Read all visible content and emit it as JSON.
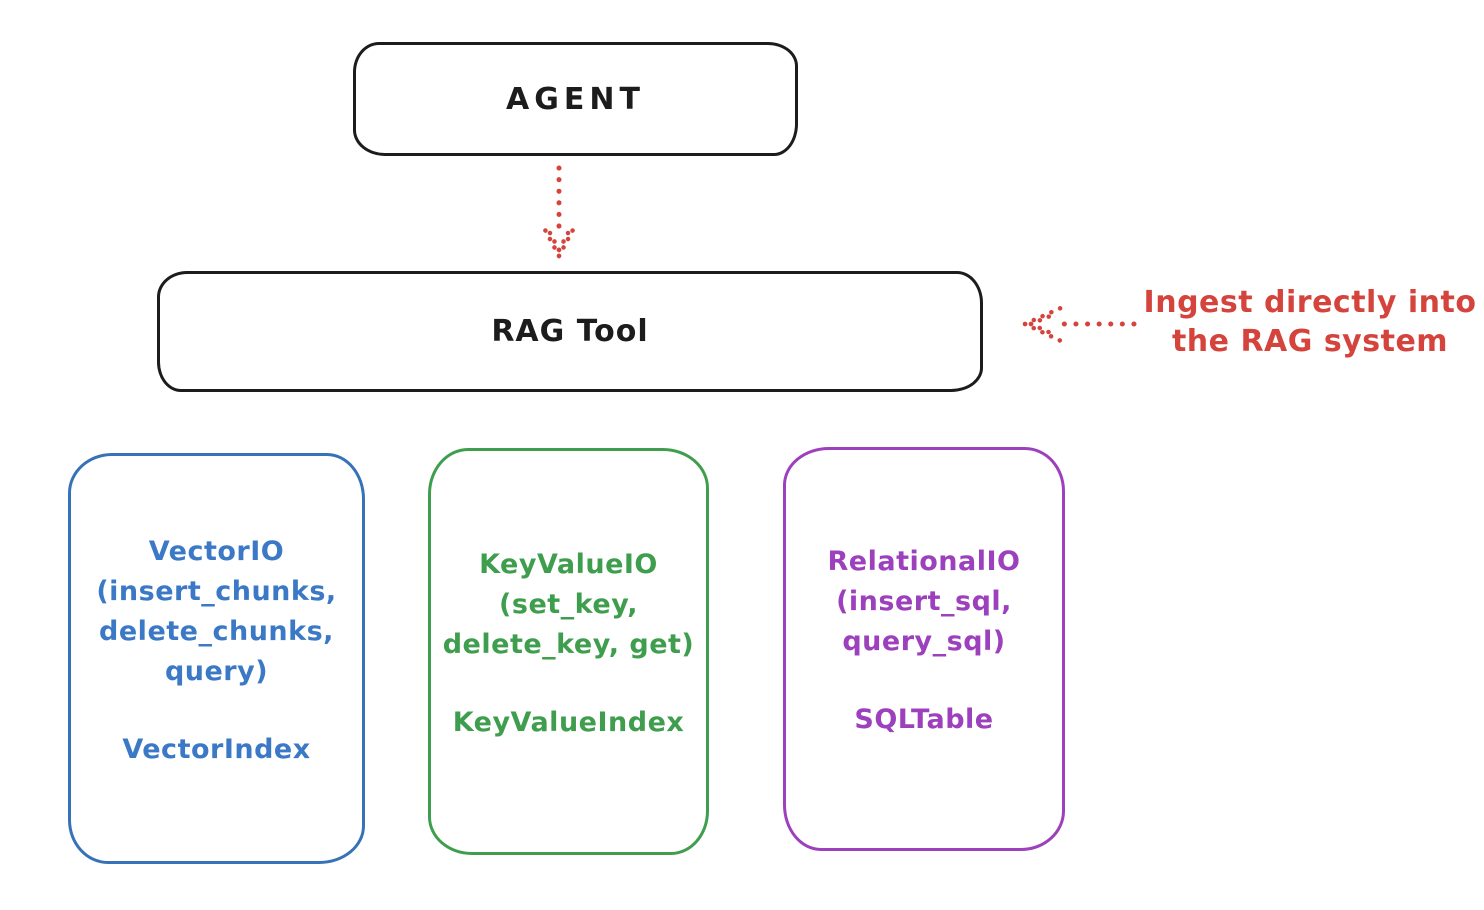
{
  "colors": {
    "ink": "#1c1c1c",
    "red": "#d5443c",
    "blue": "#3b79c6",
    "green": "#3f9e4e",
    "purple": "#9c40bd",
    "background": "#ffffff"
  },
  "nodes": {
    "agent": {
      "label": "AGENT"
    },
    "rag_tool": {
      "label": "RAG Tool"
    },
    "vector_io": {
      "title": "VectorIO",
      "params_line1": "(insert_chunks,",
      "params_line2": "delete_chunks,",
      "params_line3": "query)",
      "index": "VectorIndex"
    },
    "key_value_io": {
      "title": "KeyValueIO",
      "params_line1": "(set_key,",
      "params_line2": "delete_key, get)",
      "index": "KeyValueIndex"
    },
    "relational_io": {
      "title": "RelationalIO",
      "params_line1": "(insert_sql,",
      "params_line2": "query_sql)",
      "index": "SQLTable"
    }
  },
  "annotation": {
    "line1": "Ingest directly into",
    "line2": "the RAG system"
  },
  "icons": {
    "arrow_down": "dotted-arrow-down",
    "arrow_left": "dotted-arrow-left"
  }
}
